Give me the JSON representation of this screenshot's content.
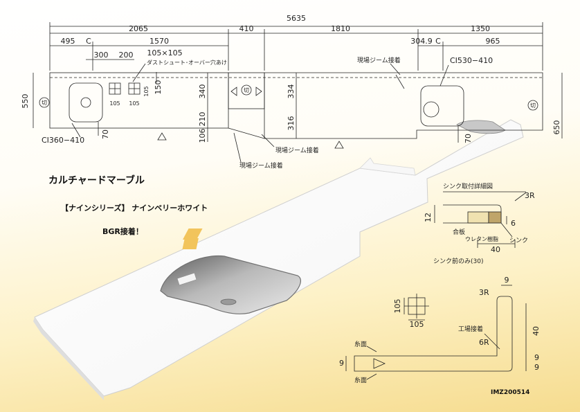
{
  "product": {
    "name": "カルチャードマーブル",
    "series": "【ナインシリーズ】 ナインベリーホワイト",
    "bond_note": "BGR接着！"
  },
  "drawing_code": "IMZ200514",
  "plan": {
    "dims": {
      "overall": "5635",
      "d2065": "2065",
      "d410": "410",
      "d1810": "1810",
      "d1350": "1350",
      "d495": "495",
      "c_left": "C",
      "d1570": "1570",
      "d304_9": "304.9",
      "c_right": "C",
      "d965": "965",
      "d300": "300",
      "d200": "200",
      "d105x105": "105×105",
      "d150": "150",
      "d105a": "105",
      "d105b": "105",
      "d105c": "105",
      "d550": "550",
      "d70_left": "70",
      "d340": "340",
      "d210": "210",
      "d106": "106",
      "d334": "334",
      "d316": "316",
      "d650": "650",
      "d70_right": "70"
    },
    "labels": {
      "duct_hole": "ダストシュート･オーバー穴あけ",
      "left_sink": "CI360−410",
      "right_sink": "CI530−410",
      "seam_top": "現場ジーム接着",
      "seam_mid": "現場ジーム接着",
      "seam_low": "現場ジーム接着",
      "cut_left": "切",
      "cut_center": "切",
      "cut_right": "切"
    }
  },
  "sink_detail": {
    "title": "シンク取付詳細図",
    "r": "3R",
    "d12": "12",
    "d6": "6",
    "d40": "40",
    "plywood": "合板",
    "urethane": "ウレタン樹脂",
    "sink": "シンク",
    "front_note": "シンク前のみ(30)"
  },
  "edge_detail": {
    "hole_v": "105",
    "hole_h": "105",
    "r3": "3R",
    "d9": "9",
    "factory_bond": "工場接着",
    "r6": "6R",
    "d40": "40",
    "d9b": "9",
    "d9c": "9",
    "d9d": "9",
    "thread_top": "糸面",
    "thread_bottom": "糸面"
  }
}
